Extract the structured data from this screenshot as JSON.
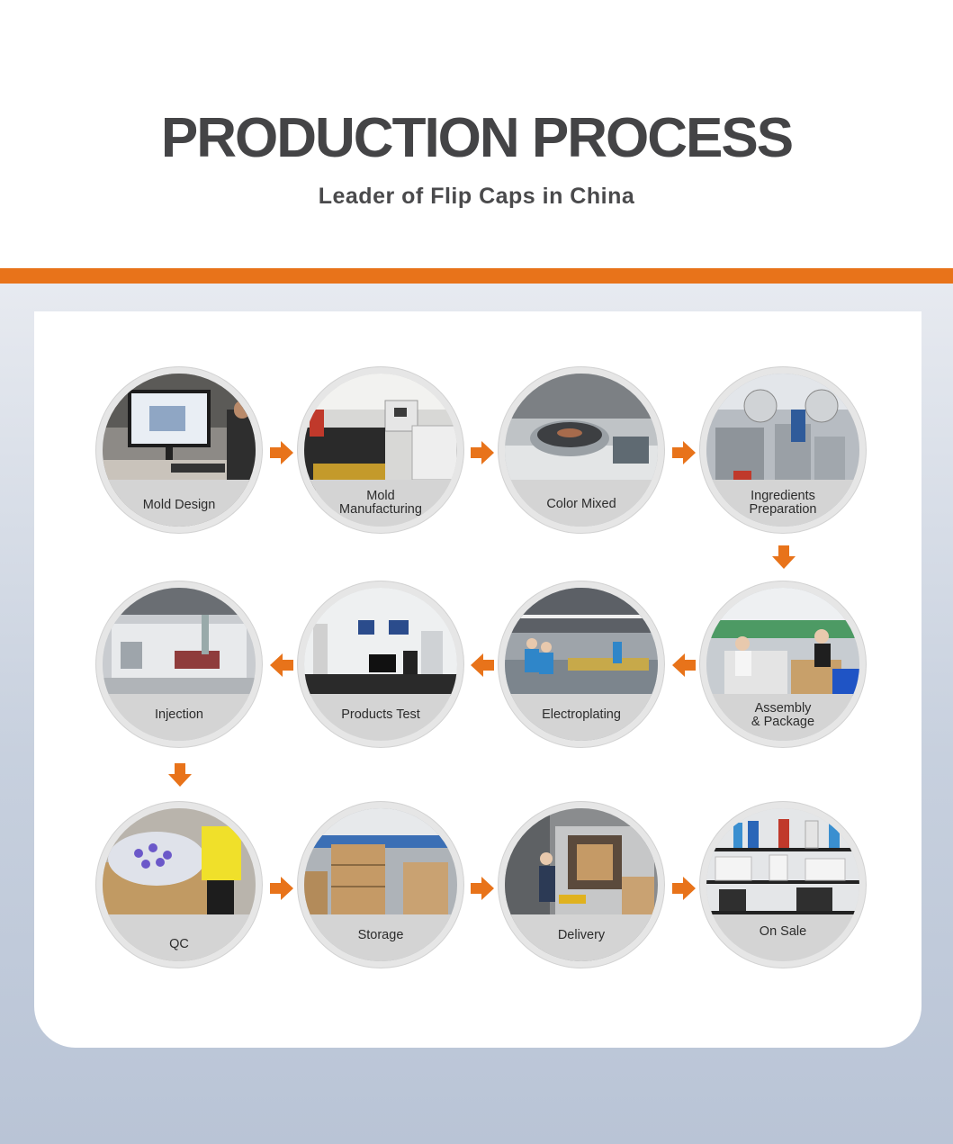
{
  "header": {
    "title": "PRODUCTION PROCESS",
    "subtitle": "Leader of Flip Caps in China"
  },
  "colors": {
    "accent": "#e8731a",
    "title": "#444446",
    "card": "#ffffff"
  },
  "steps": [
    {
      "label": "Mold Design",
      "icon": "computer-cad-photo"
    },
    {
      "label": "Mold\nManufacturing",
      "icon": "machining-photo"
    },
    {
      "label": "Color Mixed",
      "icon": "scale-bowl-photo"
    },
    {
      "label": "Ingredients\nPreparation",
      "icon": "mixing-tanks-photo"
    },
    {
      "label": "Assembly\n& Package",
      "icon": "workers-boxes-photo"
    },
    {
      "label": "Electroplating",
      "icon": "plating-line-photo"
    },
    {
      "label": "Products Test",
      "icon": "lab-equipment-photo"
    },
    {
      "label": "Injection",
      "icon": "injection-machine-photo"
    },
    {
      "label": "QC",
      "icon": "inspection-bags-photo"
    },
    {
      "label": "Storage",
      "icon": "warehouse-boxes-photo"
    },
    {
      "label": "Delivery",
      "icon": "truck-loading-photo"
    },
    {
      "label": "On Sale",
      "icon": "retail-shelf-photo"
    }
  ],
  "arrows": [
    "arrow-right",
    "arrow-left",
    "arrow-down"
  ]
}
